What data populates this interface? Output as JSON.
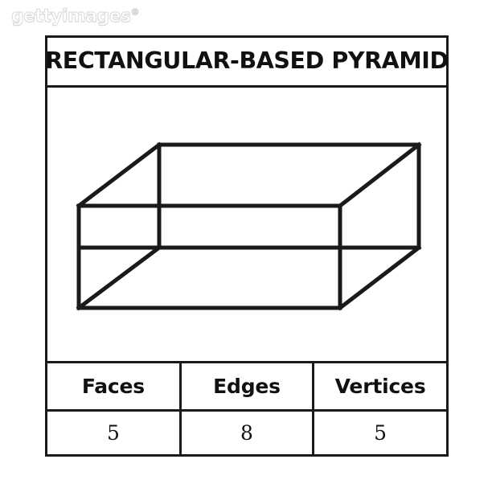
{
  "watermark": {
    "text": "gettyimages",
    "registered_mark": "®"
  },
  "card": {
    "title": "RECTANGULAR-BASED PYRAMID",
    "border_color": "#1a1a1a"
  },
  "figure": {
    "name": "cuboid-wireframe",
    "stroke_color": "#1a1a1a",
    "fill_color": "#ffffff",
    "stroke_width": 5
  },
  "table": {
    "headers": [
      "Faces",
      "Edges",
      "Vertices"
    ],
    "values": [
      "5",
      "8",
      "5"
    ]
  }
}
